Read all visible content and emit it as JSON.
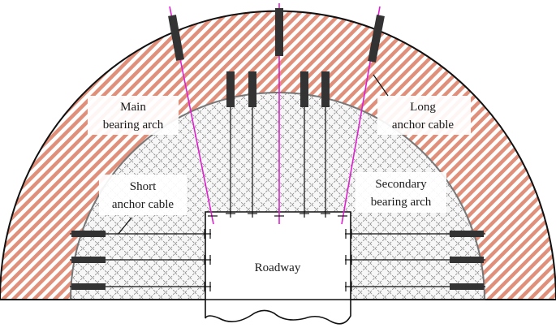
{
  "labels": {
    "main_arch": [
      "Main",
      "bearing arch"
    ],
    "long_cable": [
      "Long",
      "anchor cable"
    ],
    "short_cable": [
      "Short",
      "anchor cable"
    ],
    "secondary_arch": [
      "Secondary",
      "bearing arch"
    ],
    "roadway": "Roadway"
  },
  "colors": {
    "main_arch_hatch": "#e0907a",
    "secondary_arch_mesh": "#8a8a8a",
    "long_cable_line": "#e020d0",
    "bolt_body": "#333333",
    "outline": "#111111"
  },
  "counts": {
    "long_anchor_cables": 3,
    "top_short_cables": 4,
    "side_short_cables_per_side": 3
  }
}
